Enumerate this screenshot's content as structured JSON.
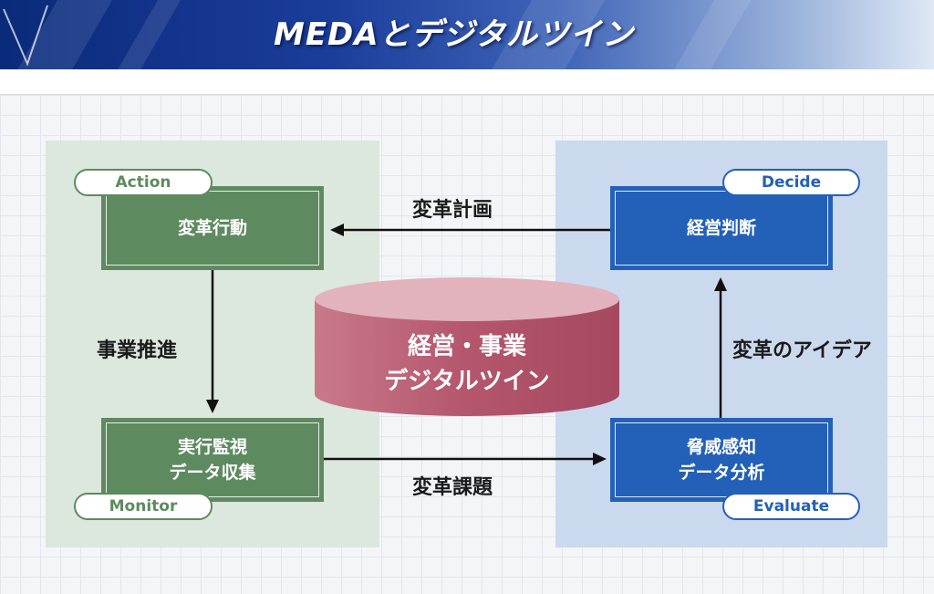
{
  "header": {
    "title": "MEDAとデジタルツイン"
  },
  "boxes": {
    "action": {
      "pill": "Action",
      "lines": [
        "変革行動"
      ]
    },
    "monitor": {
      "pill": "Monitor",
      "lines": [
        "実行監視",
        "データ収集"
      ]
    },
    "decide": {
      "pill": "Decide",
      "lines": [
        "経営判断"
      ]
    },
    "evaluate": {
      "pill": "Evaluate",
      "lines": [
        "脅威感知",
        "データ分析"
      ]
    }
  },
  "center": {
    "lines": [
      "経営・事業",
      "デジタルツイン"
    ]
  },
  "arrows": {
    "top": "変革計画",
    "bottom": "変革課題",
    "left": "事業推進",
    "right": "変革のアイデア"
  },
  "colors": {
    "header_dark": "#0a2a7a",
    "green": "#5e8a5f",
    "blue": "#2360b8",
    "cylinder": "#b85f74",
    "panel_left": "#dce7dd",
    "panel_right": "#cbd9ee"
  }
}
